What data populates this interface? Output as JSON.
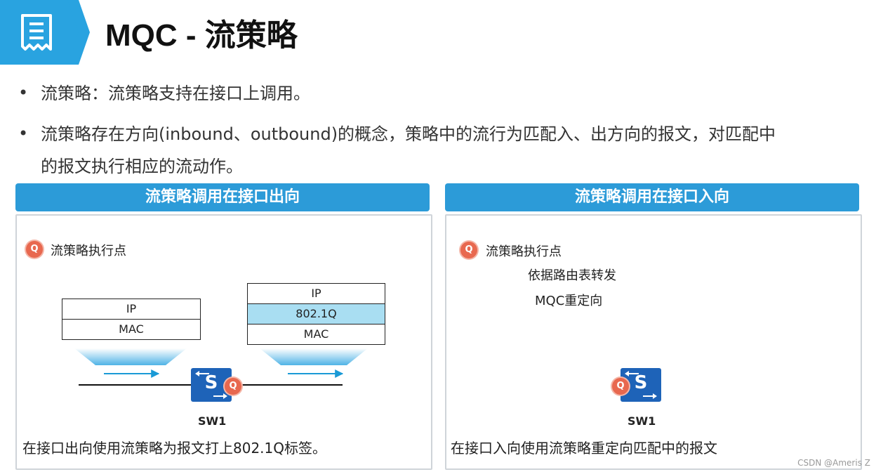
{
  "header": {
    "title": "MQC - 流策略",
    "icon": "document-icon"
  },
  "bullets": [
    {
      "line1": "流策略：流策略支持在接口上调用。"
    },
    {
      "line1": "流策略存在方向(inbound、outbound)的概念，策略中的流行为匹配入、出方向的报文，对匹配中",
      "line2": "的报文执行相应的流动作。"
    }
  ],
  "left_panel": {
    "title": "流策略调用在接口出向",
    "legend_badge": "Q",
    "legend_label": "流策略执行点",
    "frame_before": [
      "IP",
      "MAC"
    ],
    "frame_after": [
      "IP",
      "802.1Q",
      "MAC"
    ],
    "switch_letter": "S",
    "switch_name": "SW1",
    "caption": "在接口出向使用流策略为报文打上802.1Q标签。"
  },
  "right_panel": {
    "title": "流策略调用在接口入向",
    "legend_badge": "Q",
    "legend_label": "流策略执行点",
    "legend_route": "依据路由表转发",
    "legend_mqc": "MQC重定向",
    "switch_letter": "S",
    "switch_name": "SW1",
    "caption": "在接口入向使用流策略重定向匹配中的报文"
  },
  "watermark": "CSDN @Ameris Z",
  "colors": {
    "accent": "#2c9bd8",
    "switch": "#1e63b8",
    "route_arrow": "#1a9ad6",
    "mqc_arrow": "#e8684f",
    "highlight": "#a9def2"
  }
}
